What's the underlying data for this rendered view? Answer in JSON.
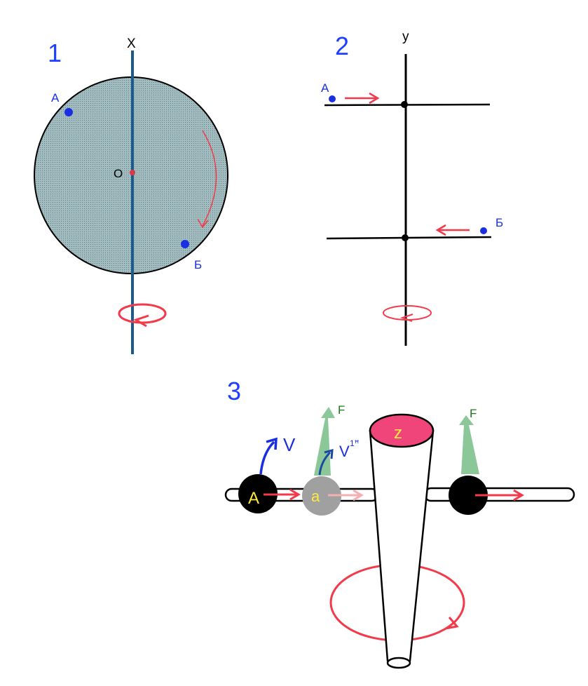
{
  "figure1": {
    "number": "1",
    "axis_label": "X",
    "center_label": "O",
    "point_a_label": "А",
    "point_b_label": "Б"
  },
  "figure2": {
    "number": "2",
    "axis_label": "y",
    "point_a_label": "А",
    "point_b_label": "Б"
  },
  "figure3": {
    "number": "3",
    "ball_a_label": "A",
    "ball_a2_label": "a",
    "cap_label": "z",
    "velocity_label": "V",
    "velocity2_label": "V",
    "velocity2_superscript": "1ꟸ",
    "force_label_left": "F",
    "force_label_right": "F"
  },
  "colors": {
    "number": "#1f3fff",
    "point": "#1a2fe0",
    "rotation": "#f23a4a",
    "axis1": "#1b5a8a",
    "disk_fill": "#9cb4b8",
    "force": "#8cc79a",
    "force_text": "#1a7a1a",
    "cap": "#f0457a",
    "ball_label": "#ffe840"
  }
}
